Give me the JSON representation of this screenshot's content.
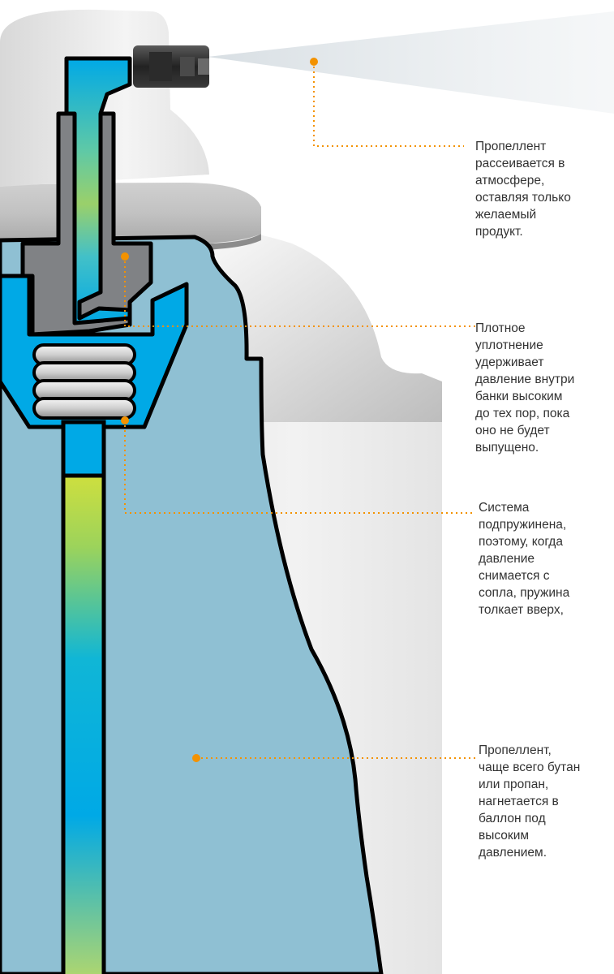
{
  "colors": {
    "accent": "#F39200",
    "liquid": "#8FC0D3",
    "tube": "#00A9E6",
    "valve": "#808285",
    "outline": "#000000",
    "can_white": "#EFEFEF",
    "text": "#333333"
  },
  "icons": [
    "aerosol-can-cross-section",
    "spring-icon",
    "nozzle-icon",
    "spray-plume-icon"
  ],
  "annotations": [
    {
      "id": "spray",
      "text": "Пропеллент\nрассеивается в\nатмосфере,\nоставляя только\nжелаемый\nпродукт."
    },
    {
      "id": "seal",
      "text": "Плотное\nуплотнение\nудерживает\nдавление внутри\nбанки высоким\nдо тех пор, пока\nоно не будет\nвыпущено."
    },
    {
      "id": "spring",
      "text": "Система\nподпружинена,\nпоэтому, когда\nдавление\nснимается с\nсопла, пружина\nтолкает вверх,"
    },
    {
      "id": "propellant",
      "text": "Пропеллент,\nчаще всего бутан\nили пропан,\nнагнетается в\nбаллон под\nвысоким\nдавлением."
    }
  ]
}
